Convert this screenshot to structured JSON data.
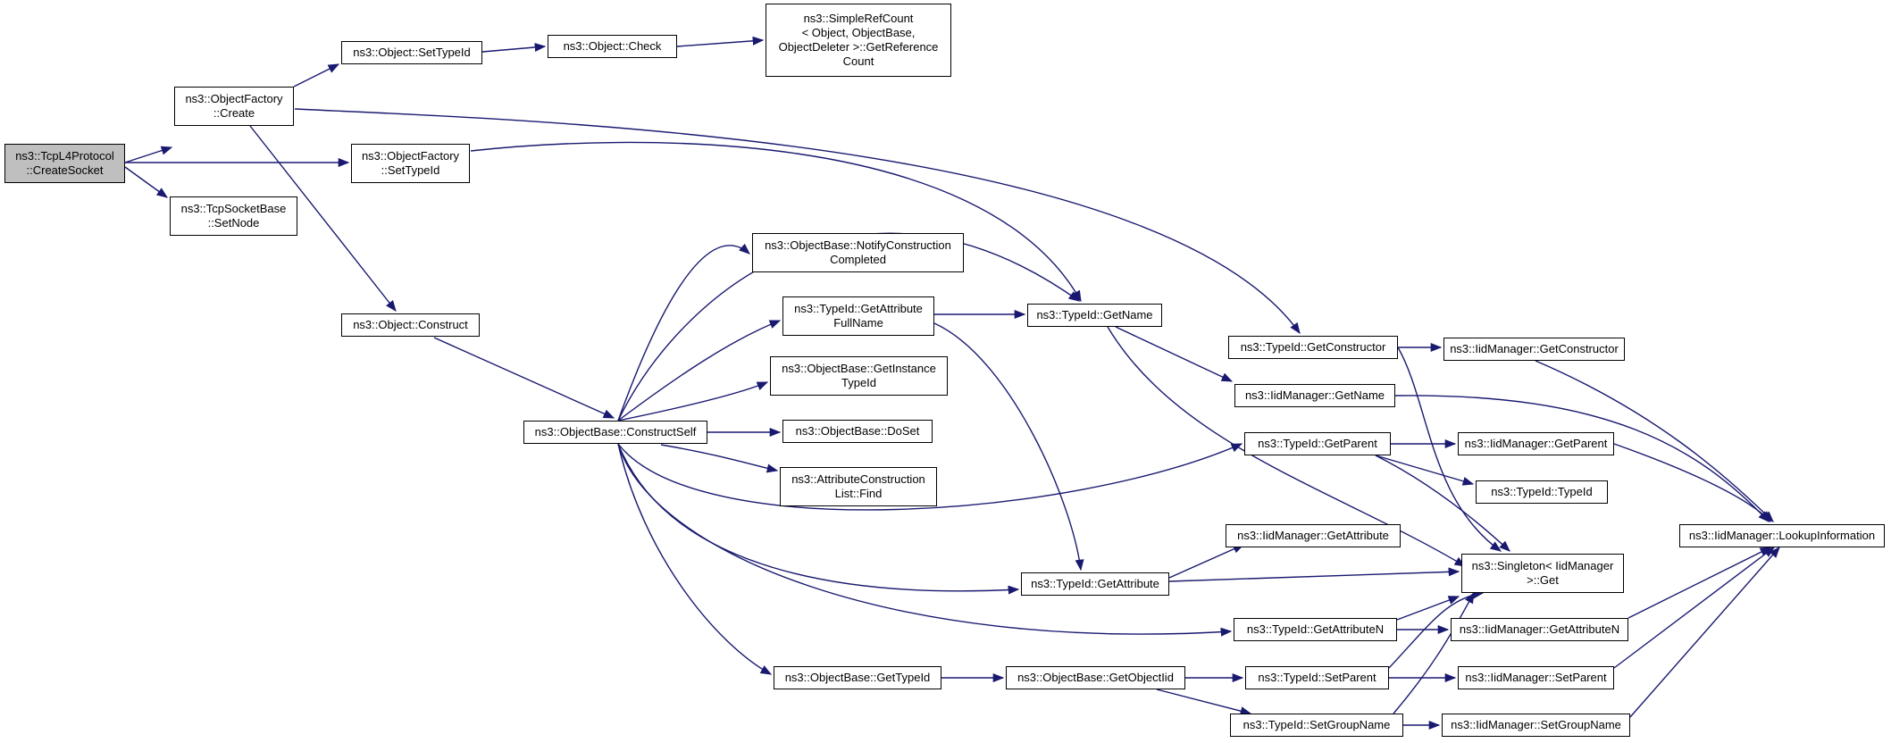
{
  "colors": {
    "edge": "#191970",
    "root_fill": "#bfbfbf",
    "node_fill": "#ffffff",
    "border": "#000000"
  },
  "nodes": {
    "createsocket": [
      "ns3::TcpL4Protocol",
      "::CreateSocket"
    ],
    "factory_create": [
      "ns3::ObjectFactory",
      "::Create"
    ],
    "factory_settypeid": [
      "ns3::ObjectFactory",
      "::SetTypeId"
    ],
    "tcpsocket_setnode": [
      "ns3::TcpSocketBase",
      "::SetNode"
    ],
    "object_settypeid": [
      "ns3::Object::SetTypeId"
    ],
    "object_check": [
      "ns3::Object::Check"
    ],
    "simplerefcount": [
      "ns3::SimpleRefCount",
      "< Object, ObjectBase,",
      "ObjectDeleter >::GetReference",
      "Count"
    ],
    "object_construct": [
      "ns3::Object::Construct"
    ],
    "constructself": [
      "ns3::ObjectBase::ConstructSelf"
    ],
    "notifyconstruction": [
      "ns3::ObjectBase::NotifyConstruction",
      "Completed"
    ],
    "getattributefullname": [
      "ns3::TypeId::GetAttribute",
      "FullName"
    ],
    "getinstancetypeid": [
      "ns3::ObjectBase::GetInstance",
      "TypeId"
    ],
    "doset": [
      "ns3::ObjectBase::DoSet"
    ],
    "attributeconstruction": [
      "ns3::AttributeConstruction",
      "List::Find"
    ],
    "typeid_getname": [
      "ns3::TypeId::GetName"
    ],
    "typeid_getconstructor": [
      "ns3::TypeId::GetConstructor"
    ],
    "iid_getconstructor": [
      "ns3::IidManager::GetConstructor"
    ],
    "iid_getname": [
      "ns3::IidManager::GetName"
    ],
    "typeid_getparent": [
      "ns3::TypeId::GetParent"
    ],
    "iid_getparent": [
      "ns3::IidManager::GetParent"
    ],
    "typeid_typeid": [
      "ns3::TypeId::TypeId"
    ],
    "iid_getattribute": [
      "ns3::IidManager::GetAttribute"
    ],
    "typeid_getattribute": [
      "ns3::TypeId::GetAttribute"
    ],
    "singleton_get": [
      "ns3::Singleton< IidManager",
      ">::Get"
    ],
    "lookupinformation": [
      "ns3::IidManager::LookupInformation"
    ],
    "typeid_getattributen": [
      "ns3::TypeId::GetAttributeN"
    ],
    "iid_getattributen": [
      "ns3::IidManager::GetAttributeN"
    ],
    "objectbase_gettypeid": [
      "ns3::ObjectBase::GetTypeId"
    ],
    "getobjectiid": [
      "ns3::ObjectBase::GetObjectIid"
    ],
    "typeid_setparent": [
      "ns3::TypeId::SetParent"
    ],
    "iid_setparent": [
      "ns3::IidManager::SetParent"
    ],
    "typeid_setgroupname": [
      "ns3::TypeId::SetGroupName"
    ],
    "iid_setgroupname": [
      "ns3::IidManager::SetGroupName"
    ]
  }
}
